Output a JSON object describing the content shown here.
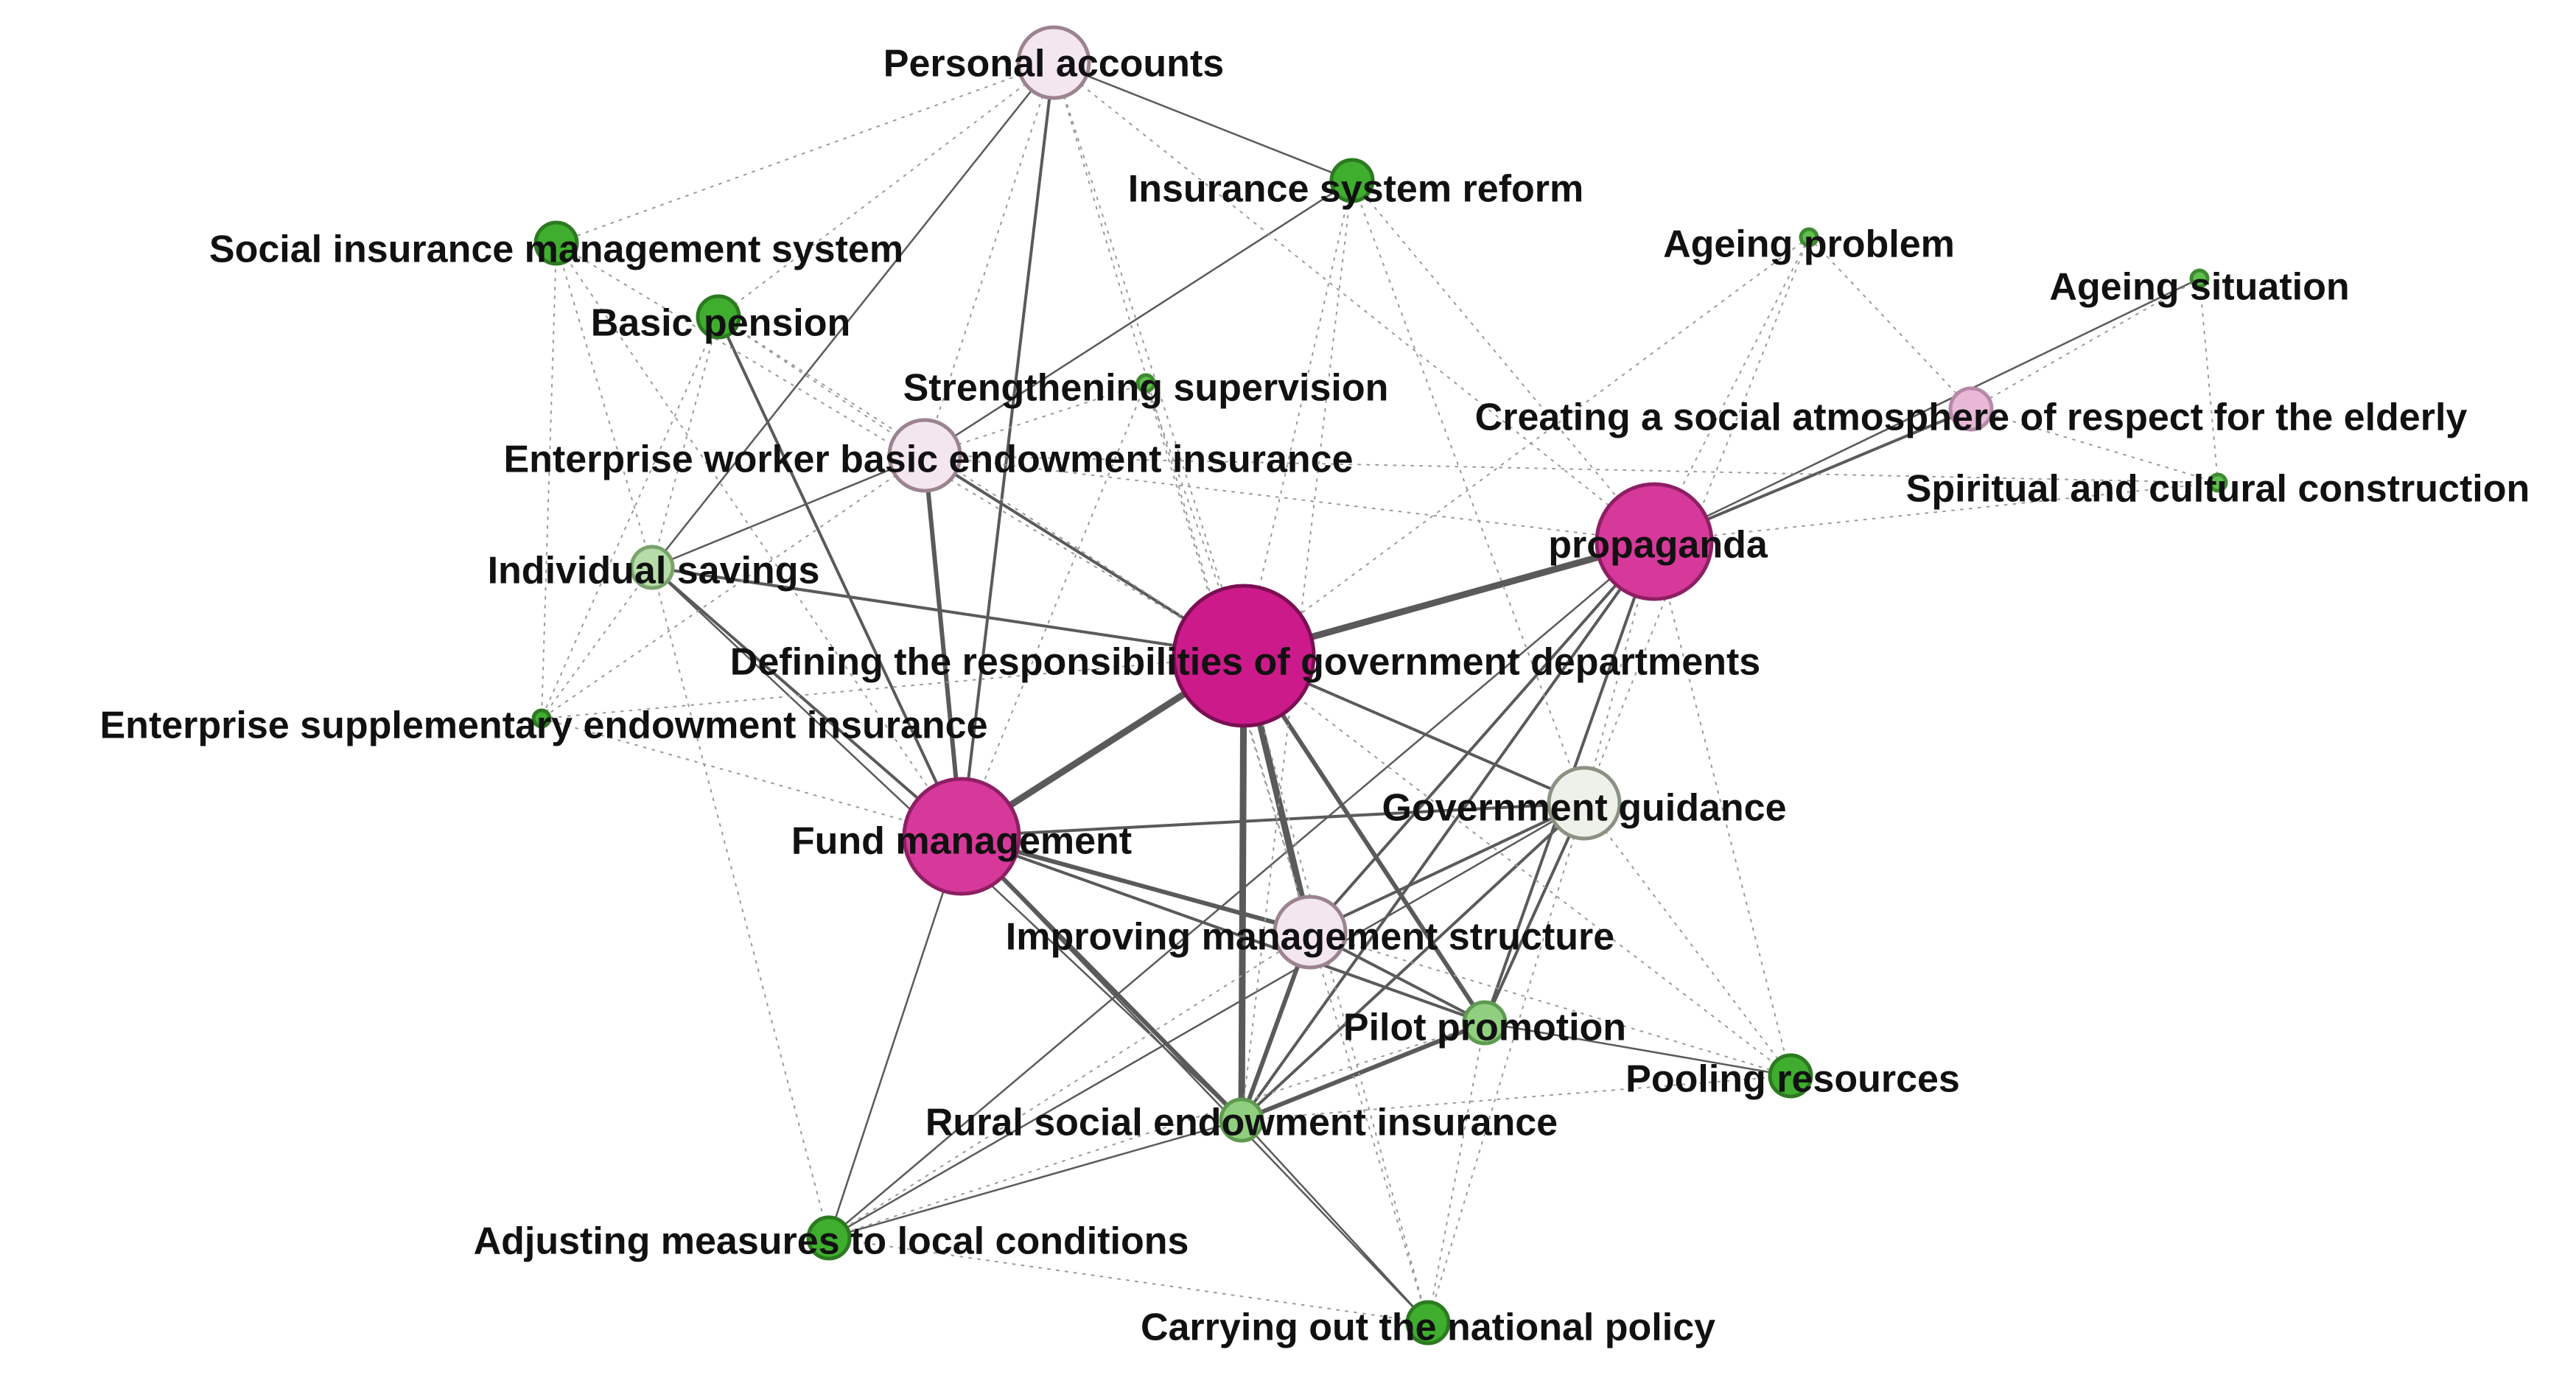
{
  "nodes": [
    {
      "id": "n1",
      "label": "Personal accounts",
      "color": "#f3e6ee",
      "stroke": "#9c8390",
      "size": "medium"
    },
    {
      "id": "n2",
      "label": "Insurance system reform",
      "color": "#3fae2e",
      "stroke": "#2d7a21",
      "size": "small"
    },
    {
      "id": "n3",
      "label": "Social insurance management system",
      "color": "#3fae2e",
      "stroke": "#2d7a21",
      "size": "small"
    },
    {
      "id": "n4",
      "label": "Ageing problem",
      "color": "#5ec04d",
      "stroke": "#3f8a31",
      "size": "tiny"
    },
    {
      "id": "n5",
      "label": "Ageing situation",
      "color": "#5ec04d",
      "stroke": "#3f8a31",
      "size": "tiny"
    },
    {
      "id": "n6",
      "label": "Basic pension",
      "color": "#3fae2e",
      "stroke": "#2d7a21",
      "size": "small"
    },
    {
      "id": "n7",
      "label": "Strengthening supervision",
      "color": "#5ec04d",
      "stroke": "#3f8a31",
      "size": "tiny"
    },
    {
      "id": "n8",
      "label": "Creating a social atmosphere of respect for the elderly",
      "color": "#e8b8d6",
      "stroke": "#b58aa8",
      "size": "small"
    },
    {
      "id": "n9",
      "label": "Enterprise worker basic endowment insurance",
      "color": "#f3e6ee",
      "stroke": "#9c8390",
      "size": "medium"
    },
    {
      "id": "n10",
      "label": "Spiritual and cultural construction",
      "color": "#5ec04d",
      "stroke": "#3f8a31",
      "size": "tiny"
    },
    {
      "id": "n11",
      "label": "propaganda",
      "color": "#d6399a",
      "stroke": "#8e1f64",
      "size": "large"
    },
    {
      "id": "n12",
      "label": "Individual savings",
      "color": "#b6dca8",
      "stroke": "#7aa36c",
      "size": "small"
    },
    {
      "id": "n13",
      "label": "Defining the responsibilities of government departments",
      "color": "#cc1a8a",
      "stroke": "#7a0f52",
      "size": "xlarge"
    },
    {
      "id": "n14",
      "label": "Enterprise supplementary endowment insurance",
      "color": "#3fae2e",
      "stroke": "#2d7a21",
      "size": "tiny"
    },
    {
      "id": "n15",
      "label": "Government guidance",
      "color": "#eef1ea",
      "stroke": "#8a9284",
      "size": "medium"
    },
    {
      "id": "n16",
      "label": "Fund management",
      "color": "#d6399a",
      "stroke": "#8e1f64",
      "size": "large"
    },
    {
      "id": "n17",
      "label": "Improving management structure",
      "color": "#f3e6ee",
      "stroke": "#9c8390",
      "size": "medium"
    },
    {
      "id": "n18",
      "label": "Pilot promotion",
      "color": "#8fcf7f",
      "stroke": "#5e9a50",
      "size": "small"
    },
    {
      "id": "n19",
      "label": "Pooling resources",
      "color": "#3fae2e",
      "stroke": "#2d7a21",
      "size": "small"
    },
    {
      "id": "n20",
      "label": "Rural social endowment insurance",
      "color": "#8fcf7f",
      "stroke": "#5e9a50",
      "size": "small"
    },
    {
      "id": "n21",
      "label": "Adjusting measures to local conditions",
      "color": "#3fae2e",
      "stroke": "#2d7a21",
      "size": "small"
    },
    {
      "id": "n22",
      "label": "Carrying out the national policy",
      "color": "#3fae2e",
      "stroke": "#2d7a21",
      "size": "small"
    }
  ],
  "edges": [
    {
      "source": "n13",
      "target": "n16",
      "weight": 4
    },
    {
      "source": "n13",
      "target": "n11",
      "weight": 4
    },
    {
      "source": "n13",
      "target": "n17",
      "weight": 4
    },
    {
      "source": "n13",
      "target": "n20",
      "weight": 4
    },
    {
      "source": "n13",
      "target": "n18",
      "weight": 3
    },
    {
      "source": "n13",
      "target": "n15",
      "weight": 2
    },
    {
      "source": "n13",
      "target": "n9",
      "weight": 2
    },
    {
      "source": "n13",
      "target": "n12",
      "weight": 2
    },
    {
      "source": "n16",
      "target": "n17",
      "weight": 3
    },
    {
      "source": "n16",
      "target": "n20",
      "weight": 3
    },
    {
      "source": "n16",
      "target": "n15",
      "weight": 2
    },
    {
      "source": "n16",
      "target": "n9",
      "weight": 3
    },
    {
      "source": "n16",
      "target": "n18",
      "weight": 2
    },
    {
      "source": "n16",
      "target": "n12",
      "weight": 2
    },
    {
      "source": "n16",
      "target": "n6",
      "weight": 2
    },
    {
      "source": "n16",
      "target": "n1",
      "weight": 2
    },
    {
      "source": "n11",
      "target": "n17",
      "weight": 2
    },
    {
      "source": "n11",
      "target": "n20",
      "weight": 2
    },
    {
      "source": "n11",
      "target": "n18",
      "weight": 2
    },
    {
      "source": "n11",
      "target": "n8",
      "weight": 2
    },
    {
      "source": "n11",
      "target": "n5",
      "weight": 1
    },
    {
      "source": "n11",
      "target": "n21",
      "weight": 1
    },
    {
      "source": "n17",
      "target": "n20",
      "weight": 3
    },
    {
      "source": "n17",
      "target": "n18",
      "weight": 2
    },
    {
      "source": "n17",
      "target": "n15",
      "weight": 2
    },
    {
      "source": "n20",
      "target": "n18",
      "weight": 3
    },
    {
      "source": "n20",
      "target": "n15",
      "weight": 2
    },
    {
      "source": "n20",
      "target": "n21",
      "weight": 1
    },
    {
      "source": "n20",
      "target": "n22",
      "weight": 1
    },
    {
      "source": "n18",
      "target": "n15",
      "weight": 2
    },
    {
      "source": "n18",
      "target": "n19",
      "weight": 1
    },
    {
      "source": "n15",
      "target": "n21",
      "weight": 1
    },
    {
      "source": "n9",
      "target": "n2",
      "weight": 1
    },
    {
      "source": "n9",
      "target": "n12",
      "weight": 1
    },
    {
      "source": "n1",
      "target": "n2",
      "weight": 1
    },
    {
      "source": "n1",
      "target": "n12",
      "weight": 1
    },
    {
      "source": "n12",
      "target": "n20",
      "weight": 1
    },
    {
      "source": "n16",
      "target": "n21",
      "weight": 1
    },
    {
      "source": "n16",
      "target": "n22",
      "weight": 1
    },
    {
      "source": "n1",
      "target": "n3",
      "weight": 0
    },
    {
      "source": "n1",
      "target": "n6",
      "weight": 0
    },
    {
      "source": "n1",
      "target": "n9",
      "weight": 0
    },
    {
      "source": "n1",
      "target": "n13",
      "weight": 0
    },
    {
      "source": "n1",
      "target": "n11",
      "weight": 0
    },
    {
      "source": "n1",
      "target": "n17",
      "weight": 0
    },
    {
      "source": "n2",
      "target": "n13",
      "weight": 0
    },
    {
      "source": "n2",
      "target": "n11",
      "weight": 0
    },
    {
      "source": "n2",
      "target": "n15",
      "weight": 0
    },
    {
      "source": "n2",
      "target": "n20",
      "weight": 0
    },
    {
      "source": "n3",
      "target": "n12",
      "weight": 0
    },
    {
      "source": "n3",
      "target": "n14",
      "weight": 0
    },
    {
      "source": "n3",
      "target": "n13",
      "weight": 0
    },
    {
      "source": "n3",
      "target": "n16",
      "weight": 0
    },
    {
      "source": "n4",
      "target": "n11",
      "weight": 0
    },
    {
      "source": "n4",
      "target": "n8",
      "weight": 0
    },
    {
      "source": "n4",
      "target": "n15",
      "weight": 0
    },
    {
      "source": "n4",
      "target": "n13",
      "weight": 0
    },
    {
      "source": "n5",
      "target": "n8",
      "weight": 0
    },
    {
      "source": "n5",
      "target": "n10",
      "weight": 0
    },
    {
      "source": "n8",
      "target": "n10",
      "weight": 0
    },
    {
      "source": "n10",
      "target": "n11",
      "weight": 0
    },
    {
      "source": "n10",
      "target": "n9",
      "weight": 0
    },
    {
      "source": "n6",
      "target": "n12",
      "weight": 0
    },
    {
      "source": "n6",
      "target": "n14",
      "weight": 0
    },
    {
      "source": "n6",
      "target": "n9",
      "weight": 0
    },
    {
      "source": "n6",
      "target": "n13",
      "weight": 0
    },
    {
      "source": "n7",
      "target": "n13",
      "weight": 0
    },
    {
      "source": "n7",
      "target": "n16",
      "weight": 0
    },
    {
      "source": "n7",
      "target": "n9",
      "weight": 0
    },
    {
      "source": "n7",
      "target": "n17",
      "weight": 0
    },
    {
      "source": "n9",
      "target": "n11",
      "weight": 0
    },
    {
      "source": "n9",
      "target": "n14",
      "weight": 0
    },
    {
      "source": "n12",
      "target": "n14",
      "weight": 0
    },
    {
      "source": "n14",
      "target": "n16",
      "weight": 0
    },
    {
      "source": "n14",
      "target": "n13",
      "weight": 0
    },
    {
      "source": "n15",
      "target": "n19",
      "weight": 0
    },
    {
      "source": "n15",
      "target": "n22",
      "weight": 0
    },
    {
      "source": "n15",
      "target": "n11",
      "weight": 0
    },
    {
      "source": "n17",
      "target": "n19",
      "weight": 0
    },
    {
      "source": "n17",
      "target": "n22",
      "weight": 0
    },
    {
      "source": "n18",
      "target": "n22",
      "weight": 0
    },
    {
      "source": "n18",
      "target": "n21",
      "weight": 0
    },
    {
      "source": "n19",
      "target": "n11",
      "weight": 0
    },
    {
      "source": "n19",
      "target": "n20",
      "weight": 0
    },
    {
      "source": "n19",
      "target": "n13",
      "weight": 0
    },
    {
      "source": "n21",
      "target": "n22",
      "weight": 0
    },
    {
      "source": "n21",
      "target": "n17",
      "weight": 0
    },
    {
      "source": "n22",
      "target": "n13",
      "weight": 0
    },
    {
      "source": "n12",
      "target": "n21",
      "weight": 0
    }
  ]
}
